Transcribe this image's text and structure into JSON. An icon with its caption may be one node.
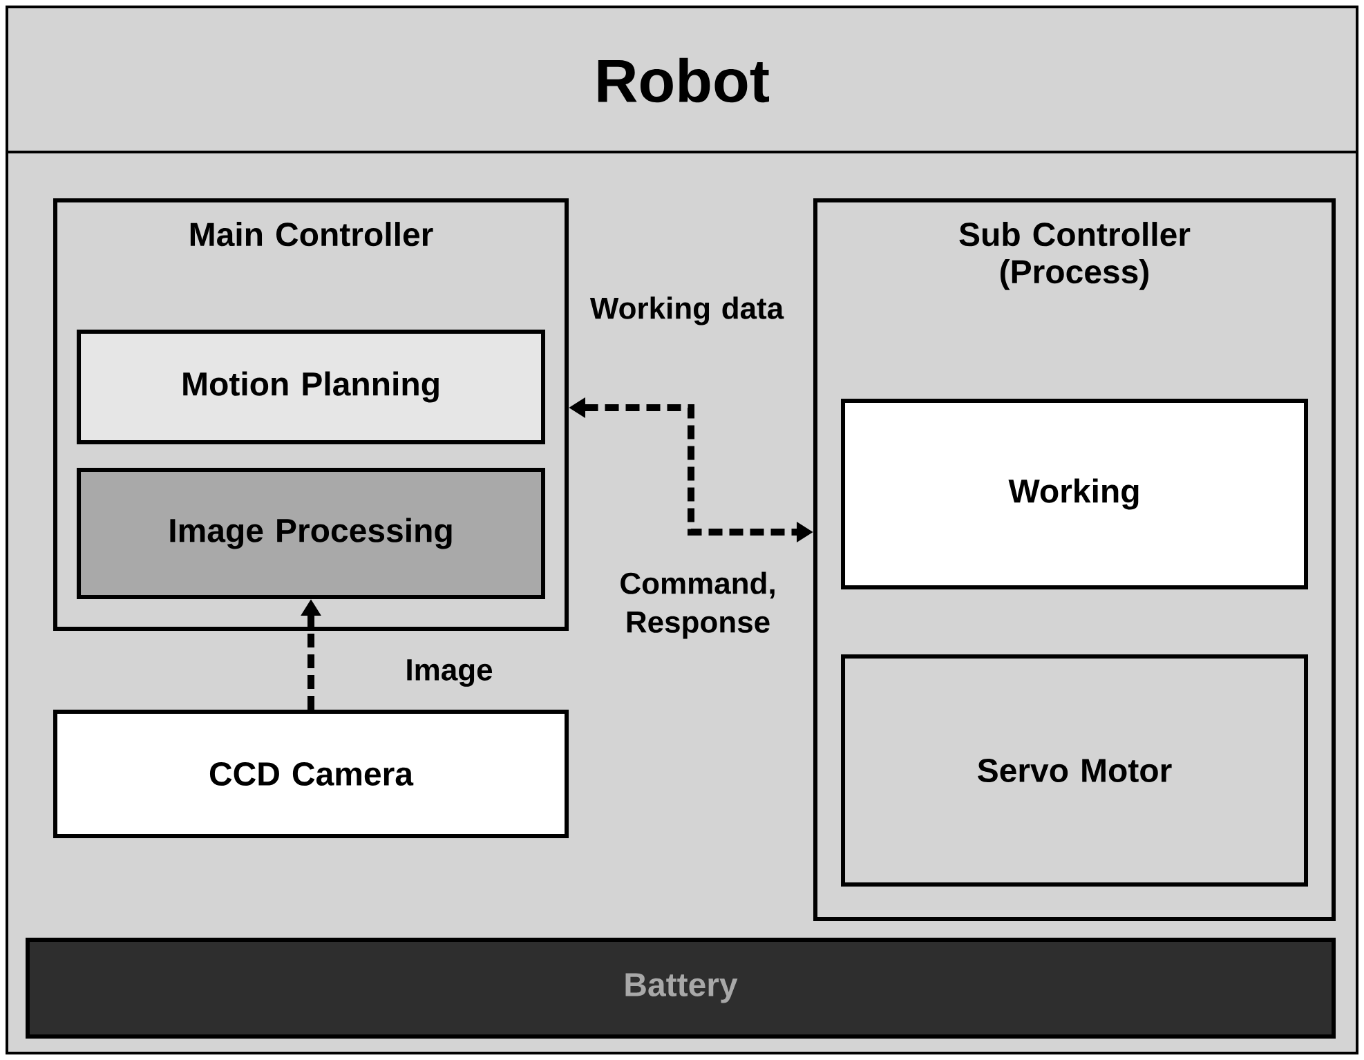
{
  "diagram": {
    "nodes": [
      {
        "text": [
          "Robot"
        ]
      },
      {
        "text": [
          "Main Controller"
        ],
        "in": 0
      },
      {
        "text": [
          "Motion Planning"
        ],
        "in": 1
      },
      {
        "text": [
          "Image Processing"
        ],
        "in": 1
      },
      {
        "text": [
          "CCD Camera"
        ],
        "in": 0
      },
      {
        "text": [
          "Sub Controller (Process)"
        ],
        "in": 0
      },
      {
        "text": [
          "Working"
        ],
        "in": 5
      },
      {
        "text": [
          "Servo Motor"
        ],
        "in": 5
      },
      {
        "text": [
          "Battery"
        ],
        "in": 0
      }
    ],
    "edges": [
      {
        "from": 4,
        "to": 3,
        "arrow": "to",
        "label": "Image",
        "style": "dashed"
      },
      {
        "from": 1,
        "to": 5,
        "arrow": "both",
        "label": "Working data",
        "style": "dashed"
      }
    ],
    "labels": [
      "Command, Response"
    ]
  }
}
